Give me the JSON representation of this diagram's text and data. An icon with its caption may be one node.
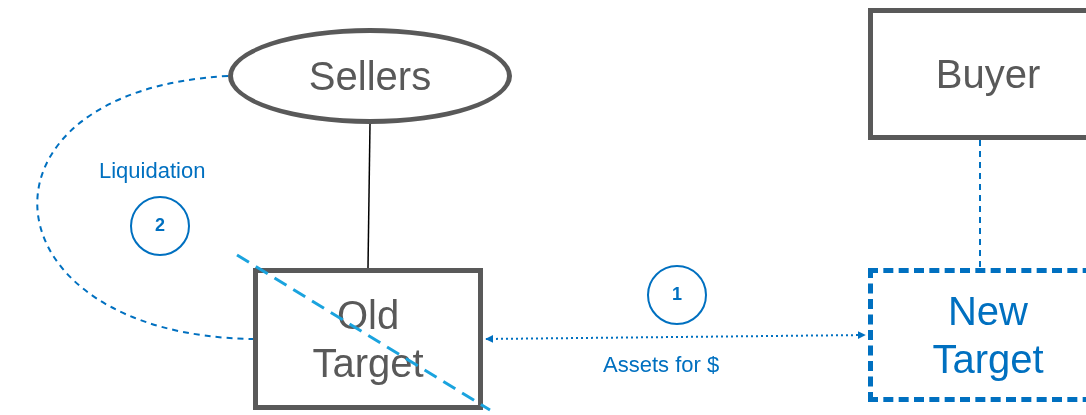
{
  "diagram": {
    "nodes": [
      {
        "text": [
          "Sellers"
        ]
      },
      {
        "text": [
          "Buyer"
        ]
      },
      {
        "text": [
          "Old Target"
        ]
      },
      {
        "text": [
          "New Target"
        ]
      },
      {
        "text": [
          "2"
        ]
      },
      {
        "text": [
          "1"
        ]
      }
    ],
    "edges": [
      {
        "from": 0,
        "to": 2,
        "arrow": "none",
        "color": "#000000"
      },
      {
        "from": 1,
        "to": 3,
        "arrow": "none",
        "style": "dashed"
      },
      {
        "from": 2,
        "to": 3,
        "arrow": "both",
        "style": "dashed",
        "label": "Assets for $"
      },
      {
        "from": 0,
        "to": 2,
        "arrow": "none",
        "style": "dashed"
      }
    ],
    "labels": [
      "Liquidation"
    ]
  }
}
